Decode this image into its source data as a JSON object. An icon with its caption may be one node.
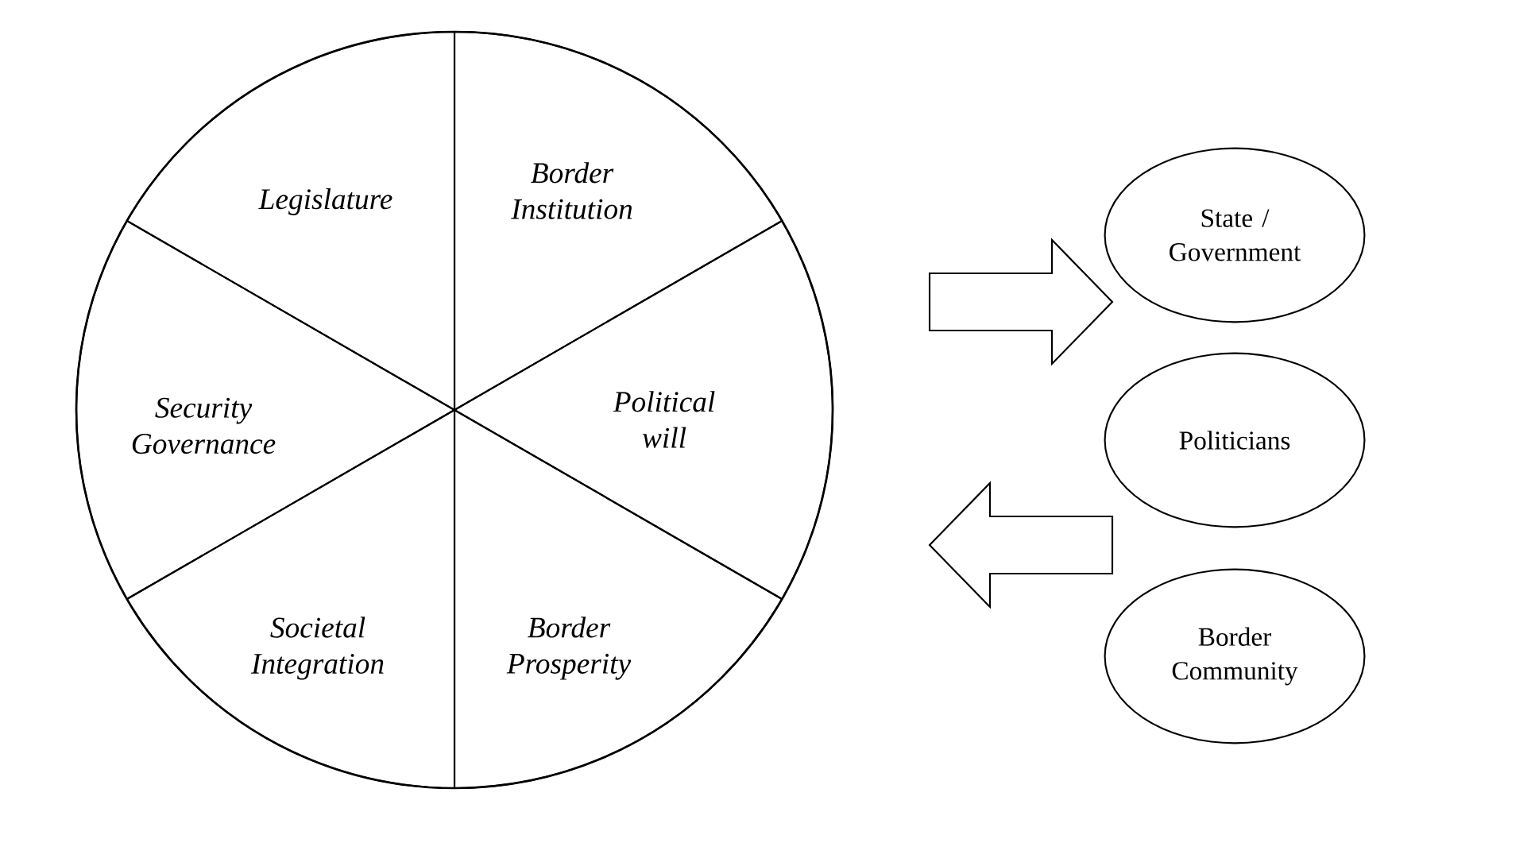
{
  "diagram": {
    "nodes": [
      {
        "text": [],
        "shape": "circle"
      },
      {
        "text": [
          "Legislature"
        ],
        "in": 0
      },
      {
        "text": [
          "Border Institution"
        ],
        "in": 0
      },
      {
        "text": [
          "Security Governance"
        ],
        "in": 0
      },
      {
        "text": [
          "Political will"
        ],
        "in": 0
      },
      {
        "text": [
          "Societal Integration"
        ],
        "in": 0
      },
      {
        "text": [
          "Border Prosperity"
        ],
        "in": 0
      },
      {
        "text": [
          "State / Government"
        ]
      },
      {
        "text": [
          "Politicians"
        ]
      },
      {
        "text": [
          "Border Community"
        ]
      }
    ],
    "edges": [
      {
        "from": 0,
        "to": 8,
        "arrow": "to"
      },
      {
        "from": 8,
        "to": 0,
        "arrow": "to"
      }
    ]
  }
}
